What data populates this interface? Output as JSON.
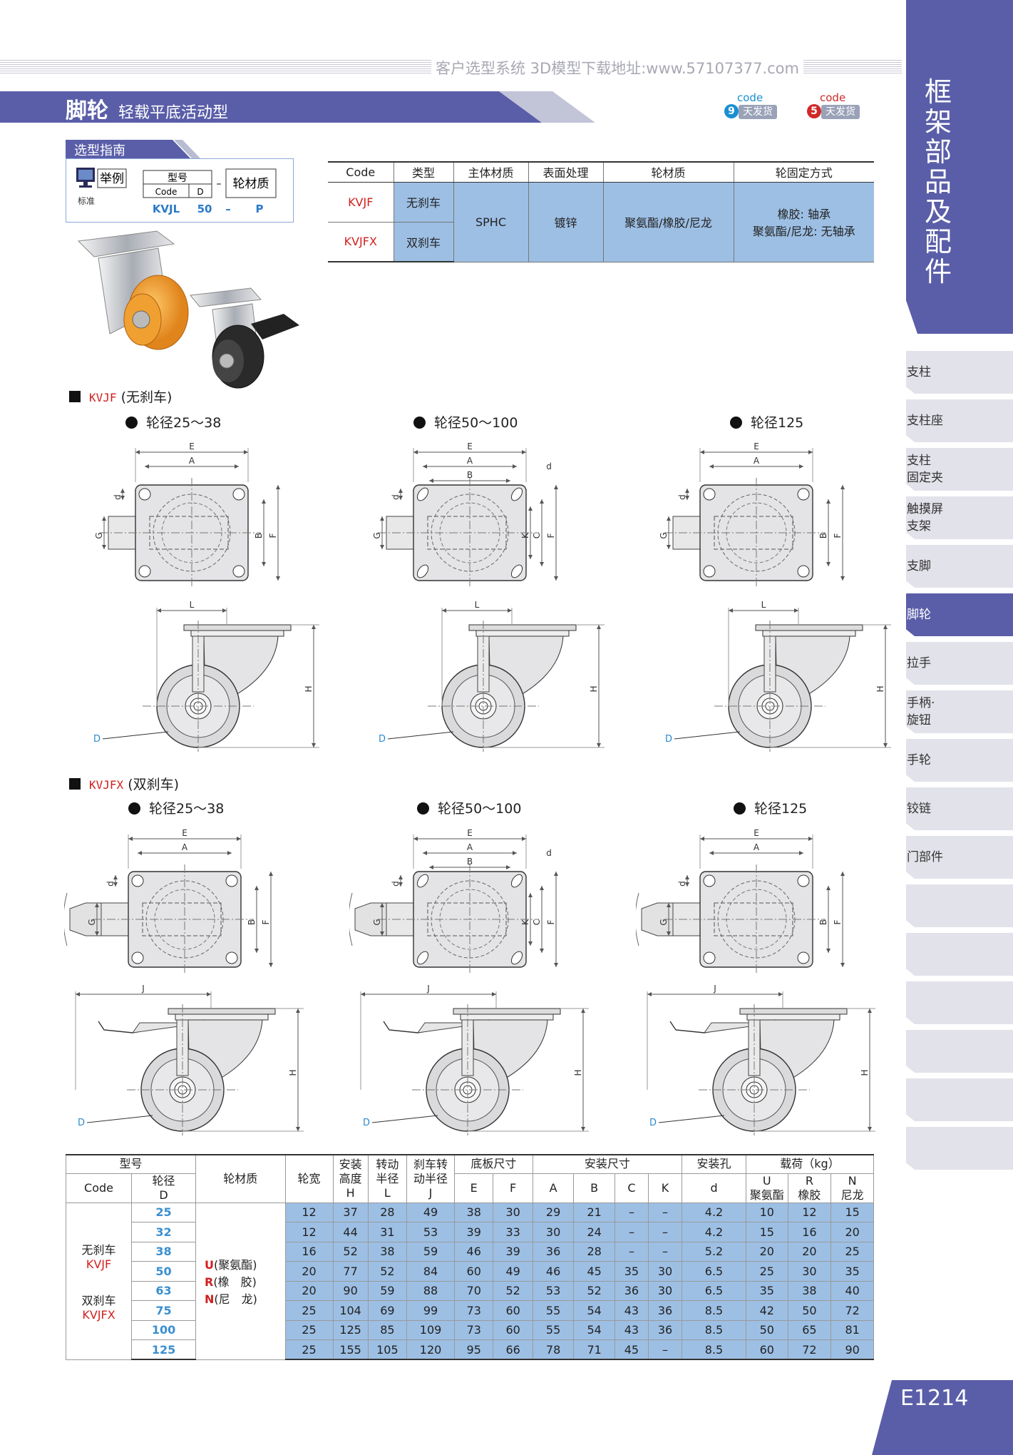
{
  "header": {
    "website": "客户选型系统  3D模型下载地址:www.57107377.com"
  },
  "title": {
    "main": "脚轮",
    "sub": "轻载平底活动型"
  },
  "badges": [
    {
      "code": "code",
      "days": "9",
      "label": "天发货",
      "color": "#1a8fd0"
    },
    {
      "code": "code",
      "days": "5",
      "label": "天发货",
      "color": "#d02828"
    }
  ],
  "sidebar": {
    "title": "框架部品及配件",
    "tabs": [
      "支柱",
      "支柱座",
      "支柱固定夹",
      "触摸屏支架",
      "支脚",
      "脚轮",
      "拉手",
      "手柄·旋钮",
      "手轮",
      "铰链",
      "门部件"
    ],
    "tabs_lines": [
      [
        "支柱"
      ],
      [
        "支柱座"
      ],
      [
        "支柱",
        "固定夹"
      ],
      [
        "触摸屏",
        "支架"
      ],
      [
        "支脚"
      ],
      [
        "脚轮"
      ],
      [
        "拉手"
      ],
      [
        "手柄·",
        "旋钮"
      ],
      [
        "手轮"
      ],
      [
        "铰链"
      ],
      [
        "门部件"
      ]
    ],
    "active": "脚轮"
  },
  "guide": {
    "tag": "选型指南",
    "example_label": "举例",
    "standard_label": "标准",
    "model_label": "型号",
    "code_label": "Code",
    "d_label": "D",
    "dash": "–",
    "material_label": "轮材质",
    "example": {
      "code": "KVJL",
      "d": "50",
      "dash": "–",
      "material": "P"
    }
  },
  "type_table": {
    "headers": [
      "Code",
      "类型",
      "主体材质",
      "表面处理",
      "轮材质",
      "轮固定方式"
    ],
    "rows": [
      {
        "code": "KVJF",
        "type": "无刹车"
      },
      {
        "code": "KVJFX",
        "type": "双刹车"
      }
    ],
    "body_material": "SPHC",
    "surface": "镀锌",
    "wheel_material": "聚氨酯/橡胶/尼龙",
    "fixing_lines": [
      "橡胶: 轴承",
      "聚氨酯/尼龙: 无轴承"
    ]
  },
  "sections": [
    {
      "code": "KVJF",
      "label": "(无刹车)",
      "wheels": [
        "轮径25～38",
        "轮径50～100",
        "轮径125"
      ]
    },
    {
      "code": "KVJFX",
      "label": "(双刹车)",
      "wheels": [
        "轮径25～38",
        "轮径50～100",
        "轮径125"
      ]
    }
  ],
  "dim_letters": {
    "E": "E",
    "A": "A",
    "B": "B",
    "C": "C",
    "F": "F",
    "G": "G",
    "K": "K",
    "d": "d",
    "L": "L",
    "H": "H",
    "J": "J",
    "D": "D"
  },
  "spec_table": {
    "head": {
      "model": "型号",
      "code": "Code",
      "wheel_dia": [
        "轮径",
        "D"
      ],
      "material": "轮材质",
      "width": "轮宽",
      "height": [
        "安装",
        "高度",
        "H"
      ],
      "swivel": [
        "转动",
        "半径",
        "L"
      ],
      "brake": [
        "刹车转",
        "动半径",
        "J"
      ],
      "base": "底板尺寸",
      "mount": "安装尺寸",
      "hole": "安装孔",
      "load": "载荷（kg）",
      "E": "E",
      "F": "F",
      "A": "A",
      "B": "B",
      "C": "C",
      "K": "K",
      "d": "d",
      "U": [
        "U",
        "聚氨酯"
      ],
      "R": [
        "R",
        "橡胶"
      ],
      "N": [
        "N",
        "尼龙"
      ]
    },
    "codes": [
      {
        "name": "无刹车",
        "code": "KVJF"
      },
      {
        "name": "双刹车",
        "code": "KVJFX"
      }
    ],
    "materials": [
      {
        "letter": "U",
        "text": "(聚氨酯)"
      },
      {
        "letter": "R",
        "text": "(橡　胶)"
      },
      {
        "letter": "N",
        "text": "(尼　龙)"
      }
    ],
    "rows": [
      [
        "25",
        "12",
        "37",
        "28",
        "49",
        "38",
        "30",
        "29",
        "21",
        "–",
        "–",
        "4.2",
        "10",
        "12",
        "15"
      ],
      [
        "32",
        "12",
        "44",
        "31",
        "53",
        "39",
        "33",
        "30",
        "24",
        "–",
        "–",
        "4.2",
        "15",
        "16",
        "20"
      ],
      [
        "38",
        "16",
        "52",
        "38",
        "59",
        "46",
        "39",
        "36",
        "28",
        "–",
        "–",
        "5.2",
        "20",
        "20",
        "25"
      ],
      [
        "50",
        "20",
        "77",
        "52",
        "84",
        "60",
        "49",
        "46",
        "45",
        "35",
        "30",
        "6.5",
        "25",
        "30",
        "35"
      ],
      [
        "63",
        "20",
        "90",
        "59",
        "88",
        "70",
        "52",
        "53",
        "52",
        "36",
        "30",
        "6.5",
        "35",
        "38",
        "40"
      ],
      [
        "75",
        "25",
        "104",
        "69",
        "99",
        "73",
        "60",
        "55",
        "54",
        "43",
        "36",
        "8.5",
        "42",
        "50",
        "72"
      ],
      [
        "100",
        "25",
        "125",
        "85",
        "109",
        "73",
        "60",
        "55",
        "54",
        "43",
        "36",
        "8.5",
        "50",
        "65",
        "81"
      ],
      [
        "125",
        "25",
        "155",
        "105",
        "120",
        "95",
        "66",
        "78",
        "71",
        "45",
        "–",
        "8.5",
        "60",
        "72",
        "90"
      ]
    ]
  },
  "page_number": "E1214"
}
